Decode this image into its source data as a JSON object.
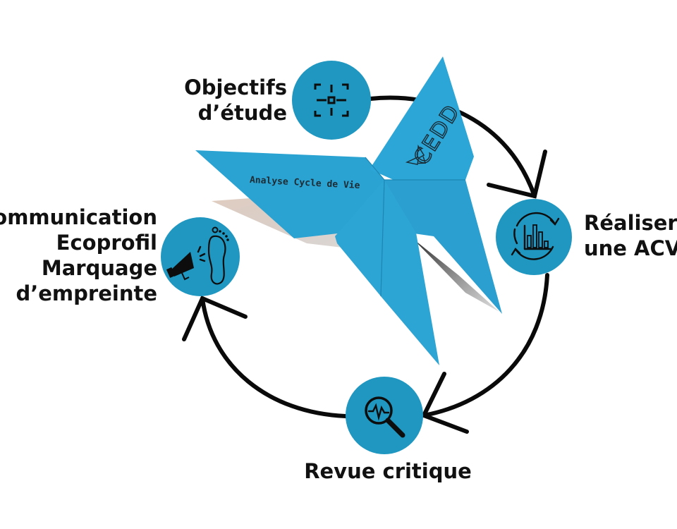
{
  "diagram": {
    "title": "Analyse Cycle de Vie",
    "brand": "CEDD",
    "colors": {
      "accent": "#1f97c0",
      "paper": "#2aa3d3",
      "paper_dark": "#1d86b3",
      "arrow": "#0a0a0a",
      "icon": "#0d0d0d",
      "text": "#111111",
      "background": "#ffffff"
    },
    "steps": [
      {
        "id": "objectifs",
        "icon": "target-crosshair-icon",
        "lines": [
          "Objectifs",
          "d’étude"
        ]
      },
      {
        "id": "realiser",
        "icon": "cycle-chart-icon",
        "lines": [
          "Réaliser",
          "une ACV"
        ]
      },
      {
        "id": "revue",
        "icon": "magnifier-pulse-icon",
        "lines": [
          "Revue critique"
        ]
      },
      {
        "id": "communication",
        "icon": "megaphone-footprint-icon",
        "lines": [
          "Communication",
          "Ecoprofil",
          "Marquage",
          "d’empreinte"
        ]
      }
    ],
    "flow": [
      "objectifs",
      "realiser",
      "revue",
      "communication"
    ]
  }
}
